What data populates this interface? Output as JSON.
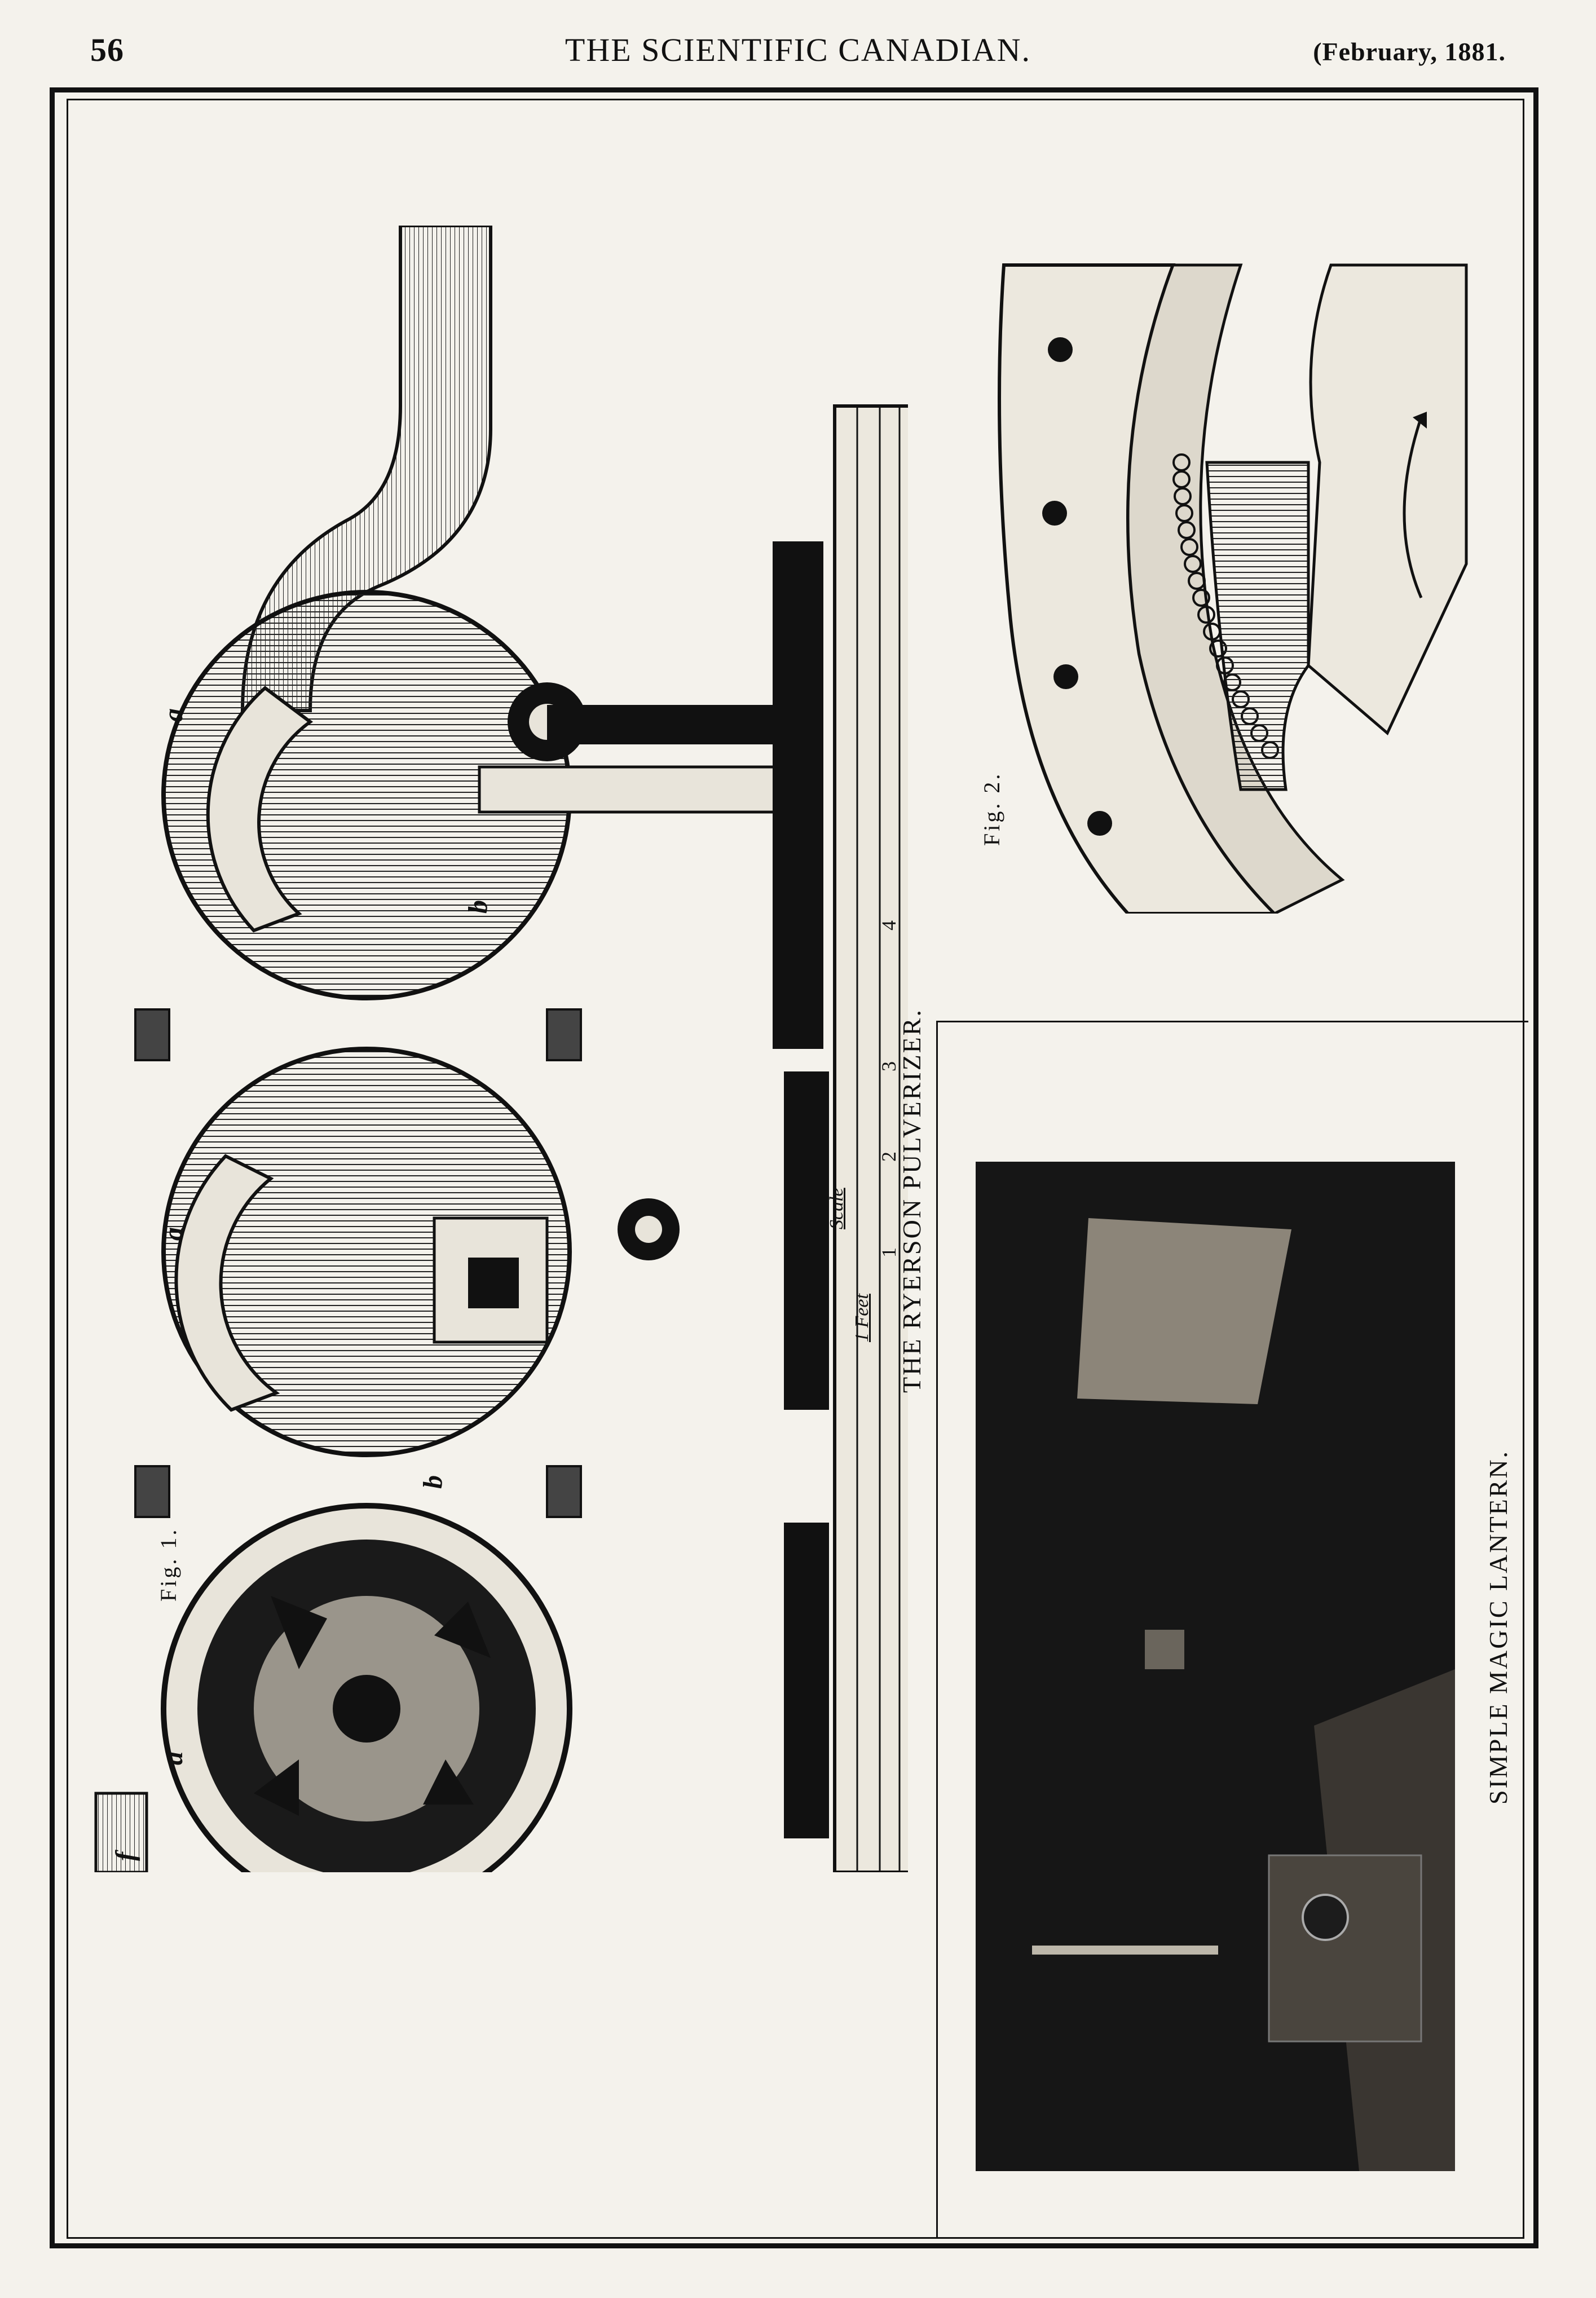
{
  "header": {
    "page_number": "56",
    "journal_title": "THE SCIENTIFIC CANADIAN.",
    "date": "(February, 1881."
  },
  "figures": {
    "fig1_label": "Fig. 1.",
    "fig2_label": "Fig. 2.",
    "pulverizer_caption": "THE RYERSON PULVERIZER.",
    "lantern_caption": "SIMPLE MAGIC LANTERN.",
    "letters": {
      "a": "a",
      "b": "b",
      "f": "f"
    },
    "scale": {
      "label": "Scale",
      "unit": "1 Feet",
      "marks": [
        "1",
        "2",
        "3",
        "4"
      ]
    }
  },
  "colors": {
    "ink": "#111111",
    "paper": "#f4f2ec",
    "plate_dark": "#161616"
  }
}
